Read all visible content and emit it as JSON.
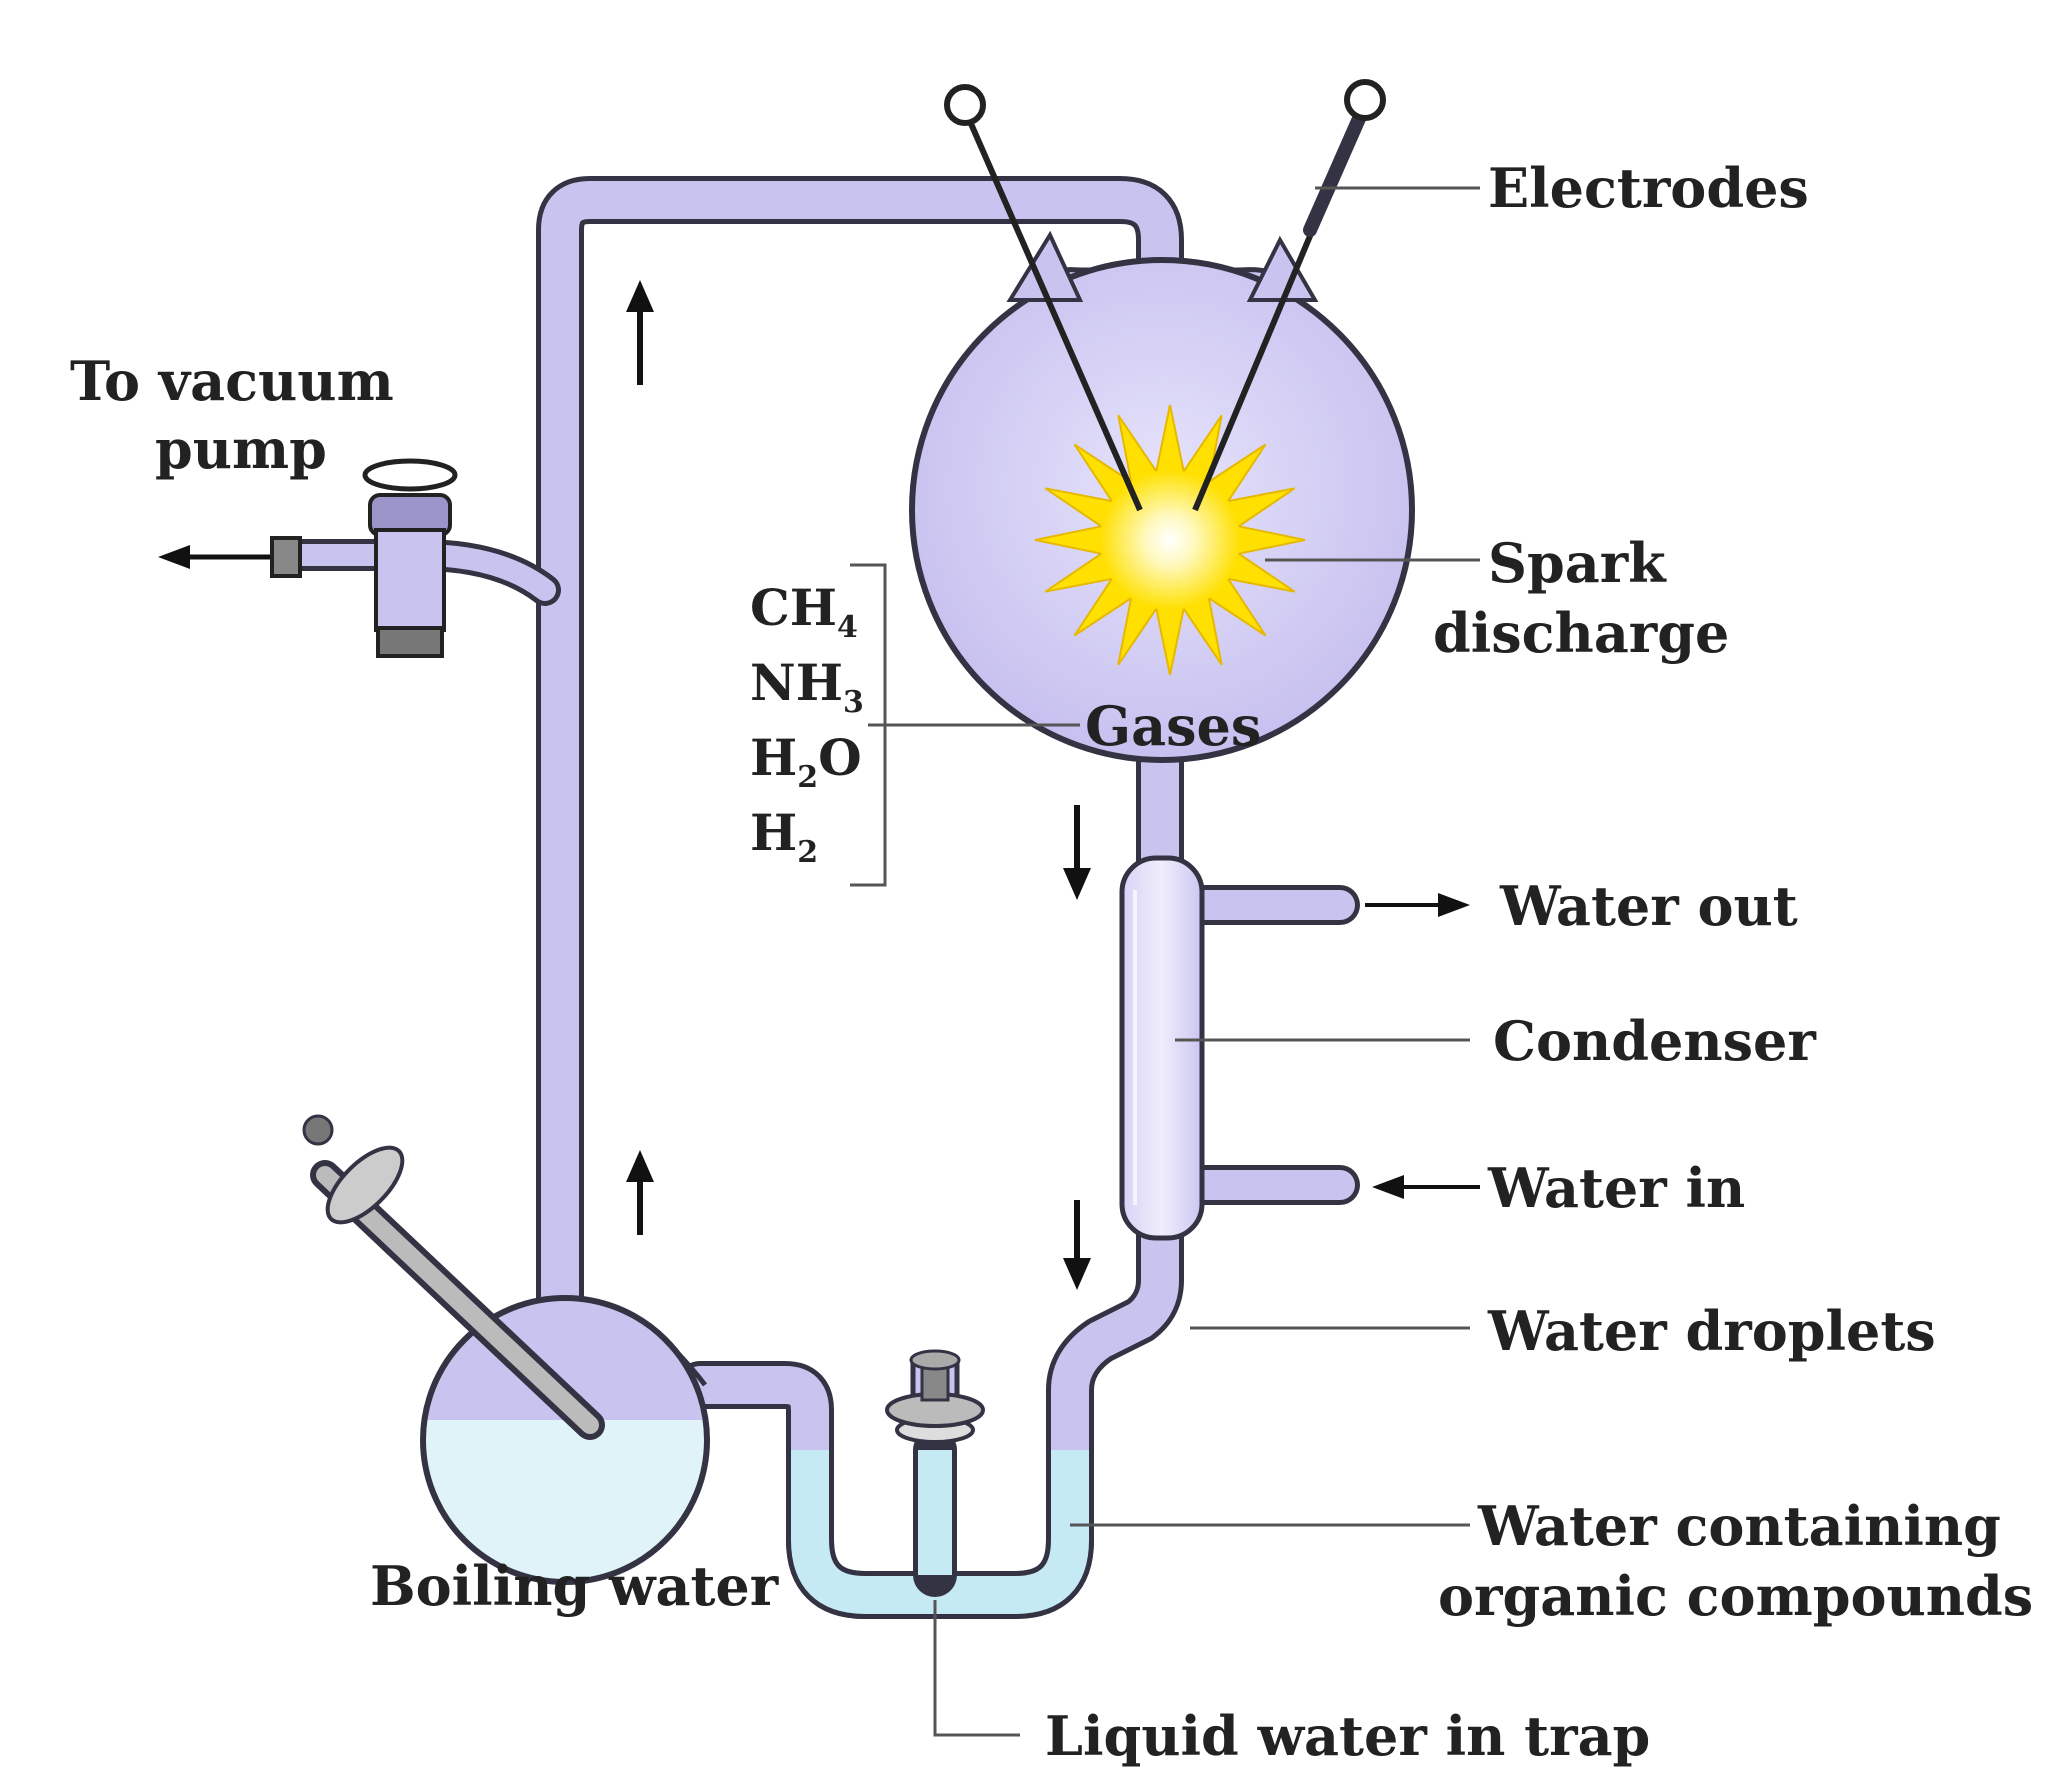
{
  "labels": {
    "electrodes": "Electrodes",
    "to_vacuum_pump_line1": "To vacuum",
    "to_vacuum_pump_line2": "pump",
    "spark_line1": "Spark",
    "spark_line2": "discharge",
    "gases": "Gases",
    "water_out": "Water out",
    "condenser": "Condenser",
    "water_in": "Water in",
    "water_droplets": "Water droplets",
    "water_containing_line1": "Water containing",
    "water_containing_line2": "organic compounds",
    "boiling_water": "Boiling water",
    "liquid_water_in_trap": "Liquid water in trap"
  },
  "gas_list": [
    {
      "base": "CH",
      "sub": "4",
      "rest": ""
    },
    {
      "base": "NH",
      "sub": "3",
      "rest": ""
    },
    {
      "base": "H",
      "sub": "2",
      "rest": "O"
    },
    {
      "base": "H",
      "sub": "2",
      "rest": ""
    }
  ],
  "colors": {
    "glass": "#c9c4ef",
    "outline": "#333344",
    "liquid": "#c6eaf3",
    "spark": "#ffe000"
  }
}
